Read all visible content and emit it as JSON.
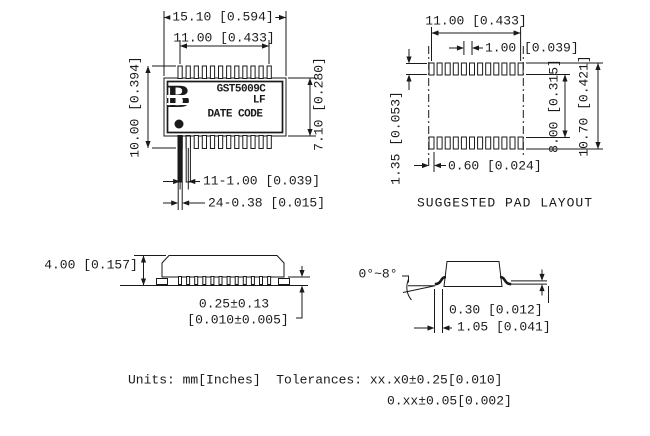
{
  "ink": "#1a1a1a",
  "top_view": {
    "dim_overall": "15.10 [0.594]",
    "dim_span": "11.00 [0.433]",
    "dim_total_height": "10.00 [0.394]",
    "dim_body_height": "7.10 [0.280]",
    "dim_pitch": "11-1.00 [0.039]",
    "dim_lead_width": "24-0.38 [0.015]",
    "part_number": "GST5009C",
    "part_suffix": "LF",
    "marking_line3": "DATE CODE",
    "logo_letter": "B",
    "pins_per_row": 12
  },
  "pad_layout": {
    "dim_span": "11.00 [0.433]",
    "dim_pitch": "1.00 [0.039]",
    "dim_pad_length": "1.35 [0.053]",
    "dim_pad_width": "0.60 [0.024]",
    "dim_inner_span": "8.00 [0.315]",
    "dim_outer_span": "10.70 [0.421]",
    "caption": "SUGGESTED PAD LAYOUT",
    "pads_per_row": 12
  },
  "side_view": {
    "dim_height": "4.00 [0.157]",
    "dim_standoff_mm": "0.25±0.13",
    "dim_standoff_in": "[0.010±0.005]"
  },
  "end_view": {
    "lead_angle": "0°~8°",
    "dim_lead_thickness": "0.30 [0.012]",
    "dim_foot_length": "1.05 [0.041]"
  },
  "notes": {
    "line1": "Units: mm[Inches]  Tolerances: xx.x0±0.25[0.010]",
    "line2": "0.xx±0.05[0.002]"
  }
}
